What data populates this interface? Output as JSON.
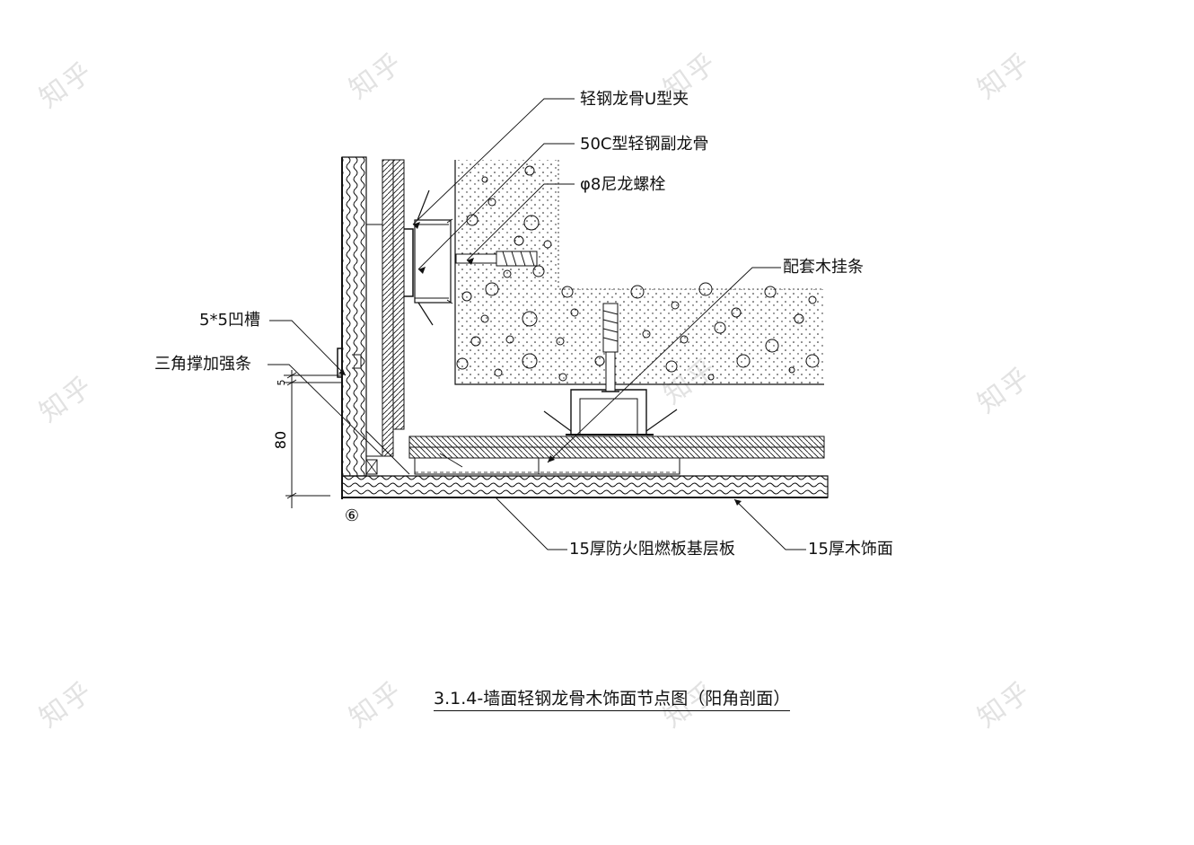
{
  "labels": {
    "u_clip": "轻钢龙骨U型夹",
    "sub_keel": "50C型轻钢副龙骨",
    "nylon_bolt": "φ8尼龙螺栓",
    "wood_strip": "配套木挂条",
    "groove": "5*5凹槽",
    "corner_strip": "三角撑加强条",
    "base_board": "15厚防火阻燃板基层板",
    "wood_face": "15厚木饰面"
  },
  "dimensions": {
    "dim_small": "5",
    "dim_large": "80",
    "section_mark": "⑥"
  },
  "title": "3.1.4-墙面轻钢龙骨木饰面节点图（阳角剖面）",
  "watermark": "知乎",
  "colors": {
    "ink": "#111111",
    "watermark": "#e2e2e2"
  }
}
